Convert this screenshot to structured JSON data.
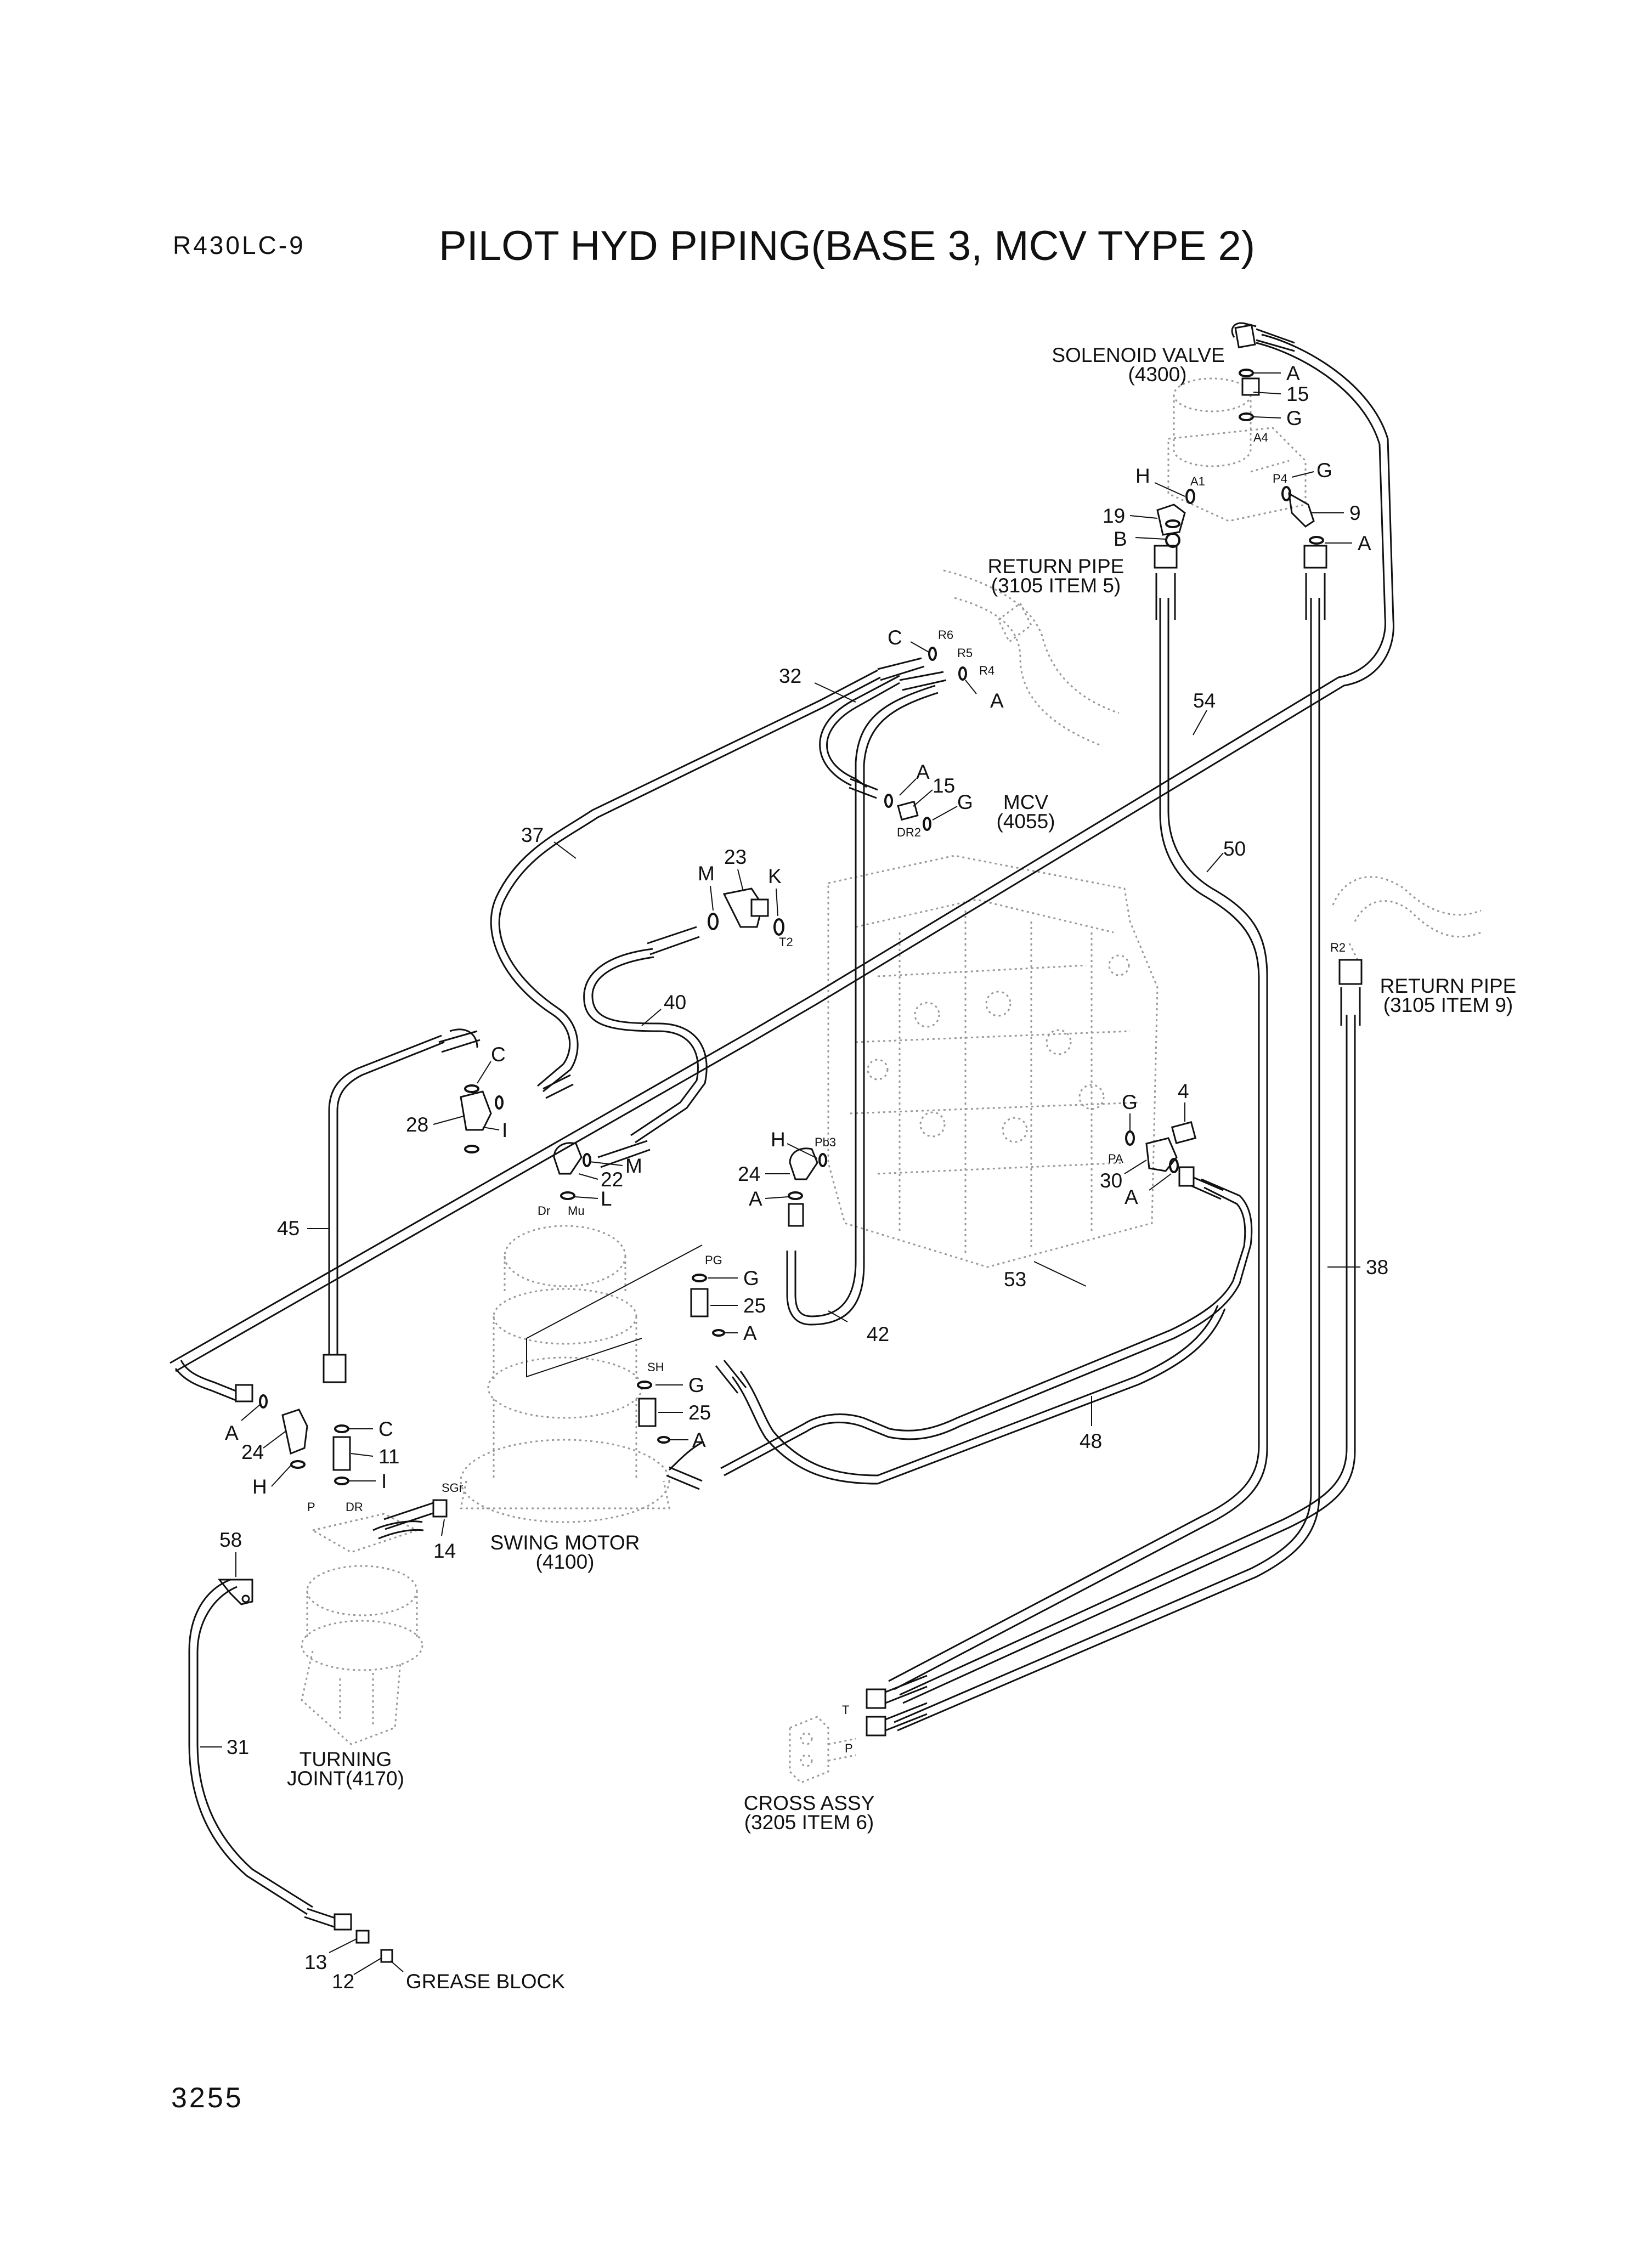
{
  "header": {
    "model": "R430LC-9",
    "title": "PILOT HYD PIPING(BASE 3, MCV TYPE 2)"
  },
  "footer": {
    "page_number": "3255"
  },
  "components": {
    "solenoid_valve": {
      "name": "SOLENOID VALVE",
      "ref": "(4300)"
    },
    "return_pipe_5": {
      "name": "RETURN PIPE",
      "ref": "(3105 ITEM 5)"
    },
    "return_pipe_9": {
      "name": "RETURN PIPE",
      "ref": "(3105 ITEM 9)"
    },
    "mcv": {
      "name": "MCV",
      "ref": "(4055)"
    },
    "swing_motor": {
      "name": "SWING MOTOR",
      "ref": "(4100)"
    },
    "turning_joint": {
      "name": "TURNING",
      "ref": "JOINT(4170)"
    },
    "cross_assy": {
      "name": "CROSS ASSY",
      "ref": "(3205 ITEM 6)"
    },
    "grease_block": {
      "name": "GREASE BLOCK"
    }
  },
  "ports": [
    "A4",
    "A1",
    "P4",
    "R6",
    "R5",
    "R4",
    "DR2",
    "T2",
    "Pb3",
    "PA",
    "Dr",
    "Mu",
    "PG",
    "SH",
    "SGr",
    "P",
    "DR",
    "T",
    "P",
    "R2"
  ],
  "part_callouts": [
    "A",
    "15",
    "G",
    "H",
    "G",
    "19",
    "9",
    "B",
    "A",
    "C",
    "A",
    "32",
    "54",
    "A",
    "15",
    "G",
    "37",
    "23",
    "M",
    "K",
    "50",
    "40",
    "C",
    "28",
    "I",
    "M",
    "22",
    "L",
    "H",
    "24",
    "A",
    "G",
    "4",
    "30",
    "A",
    "45",
    "G",
    "25",
    "A",
    "53",
    "42",
    "38",
    "G",
    "25",
    "A",
    "48",
    "A",
    "24",
    "C",
    "11",
    "H",
    "I",
    "14",
    "58",
    "31",
    "13",
    "12"
  ]
}
